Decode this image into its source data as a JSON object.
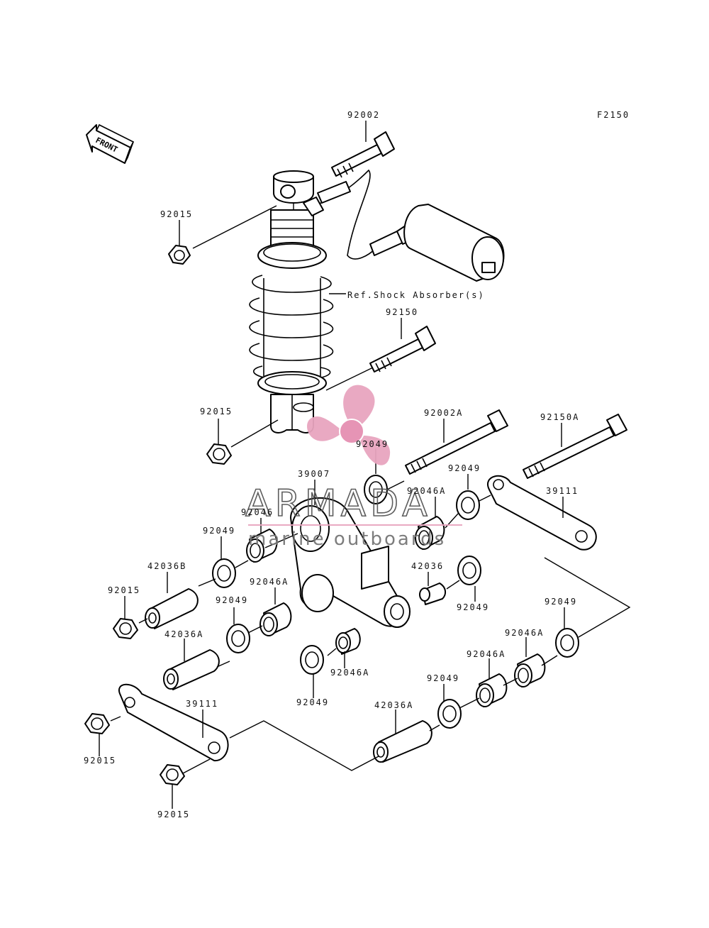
{
  "diagram": {
    "code": "F2150",
    "front_label": "FRONT",
    "ref_label": "Ref.Shock Absorber(s)"
  },
  "part_labels": {
    "p92002": "92002",
    "p92015_a": "92015",
    "p92150": "92150",
    "p92015_b": "92015",
    "p92002a": "92002A",
    "p92150a": "92150A",
    "p92049_a": "92049",
    "p39007": "39007",
    "p92049_b": "92049",
    "p92046a_a": "92046A",
    "p39111_a": "39111",
    "p92046": "92046",
    "p92049_c": "92049",
    "p42036b": "42036B",
    "p92046a_b": "92046A",
    "p42036": "42036",
    "p92015_c": "92015",
    "p92049_d": "92049",
    "p92049_e": "92049",
    "p42036a_a": "42036A",
    "p92049_f": "92049",
    "p92046a_c": "92046A",
    "p92046a_d": "92046A",
    "p92049_g": "92049",
    "p92046a_e": "92046A",
    "p39111_b": "39111",
    "p42036a_b": "42036A",
    "p92015_d": "92015",
    "p92015_e": "92015"
  },
  "watermark": {
    "brand": "ARMADA",
    "tagline": "marine outboards",
    "color": "#e8a5bf"
  }
}
